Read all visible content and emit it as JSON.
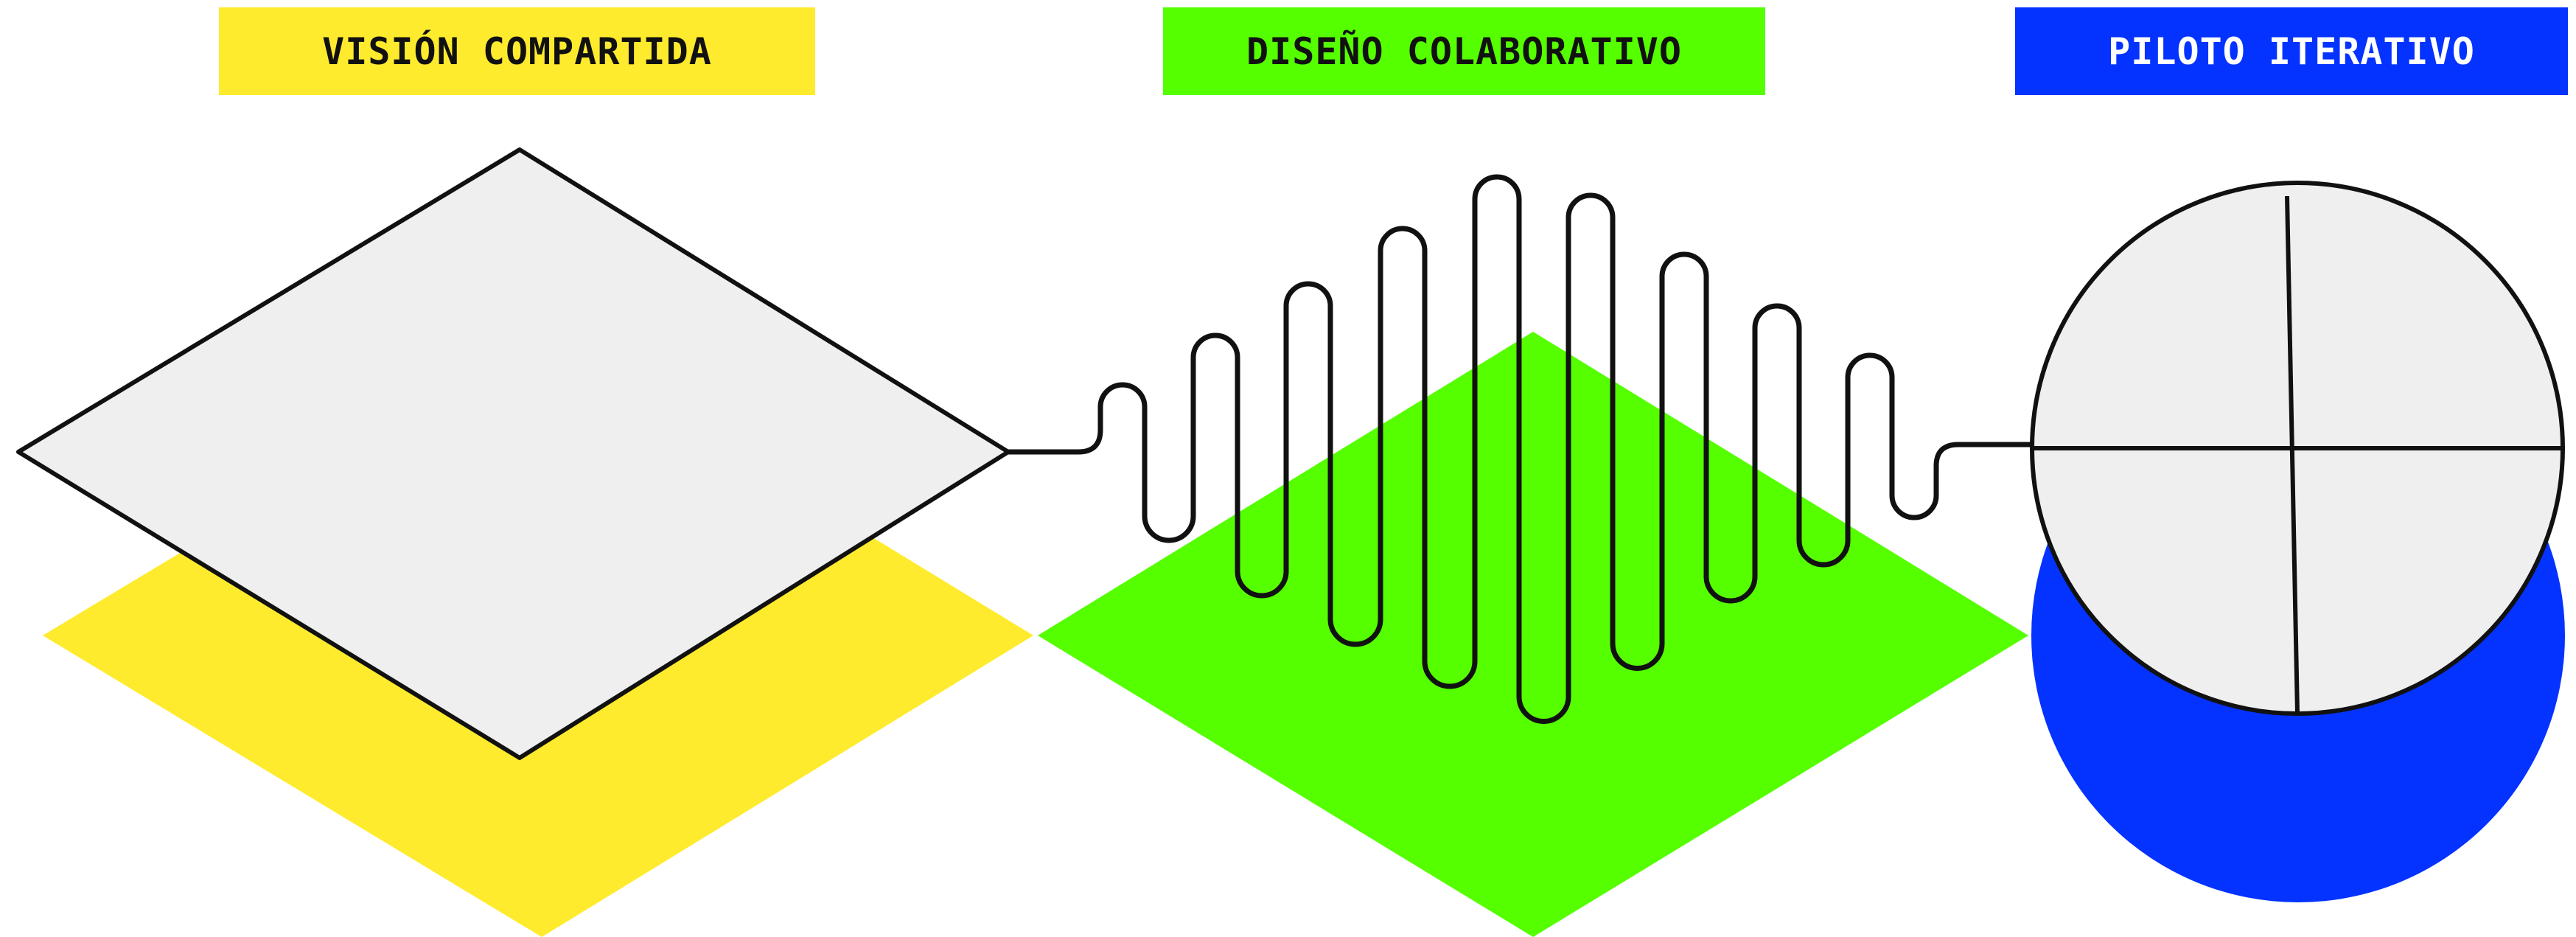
{
  "stages": [
    {
      "title": "VISIÓN COMPARTIDA",
      "color": "#FFEB2D",
      "text_color": "#111111"
    },
    {
      "title": "DISEÑO COLABORATIVO",
      "color": "#55FF00",
      "text_color": "#111111"
    },
    {
      "title": "PILOTO ITERATIVO",
      "color": "#0433FF",
      "text_color": "#FFFFFF"
    }
  ],
  "shape_fill": "#EFEFEF",
  "line_color": "#111111"
}
